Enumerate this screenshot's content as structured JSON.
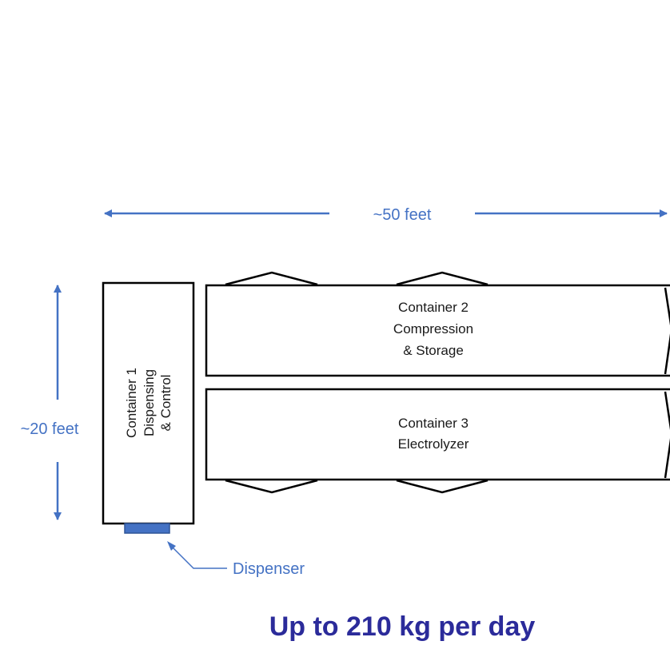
{
  "dimensions": {
    "width_label": "~50 feet",
    "height_label": "~20 feet"
  },
  "containers": [
    {
      "id": "container-1",
      "lines": [
        "Container 1",
        "Dispensing",
        "& Control"
      ]
    },
    {
      "id": "container-2",
      "lines": [
        "Container 2",
        "Compression",
        "& Storage"
      ]
    },
    {
      "id": "container-3",
      "lines": [
        "Container 3",
        "Electrolyzer"
      ]
    }
  ],
  "dispenser": {
    "label": "Dispenser"
  },
  "caption": "Up to 210 kg per day",
  "colors": {
    "dimension": "#4472c4",
    "dispenser_fill": "#4472c4",
    "caption": "#2b2b9a",
    "outline": "#000000"
  }
}
